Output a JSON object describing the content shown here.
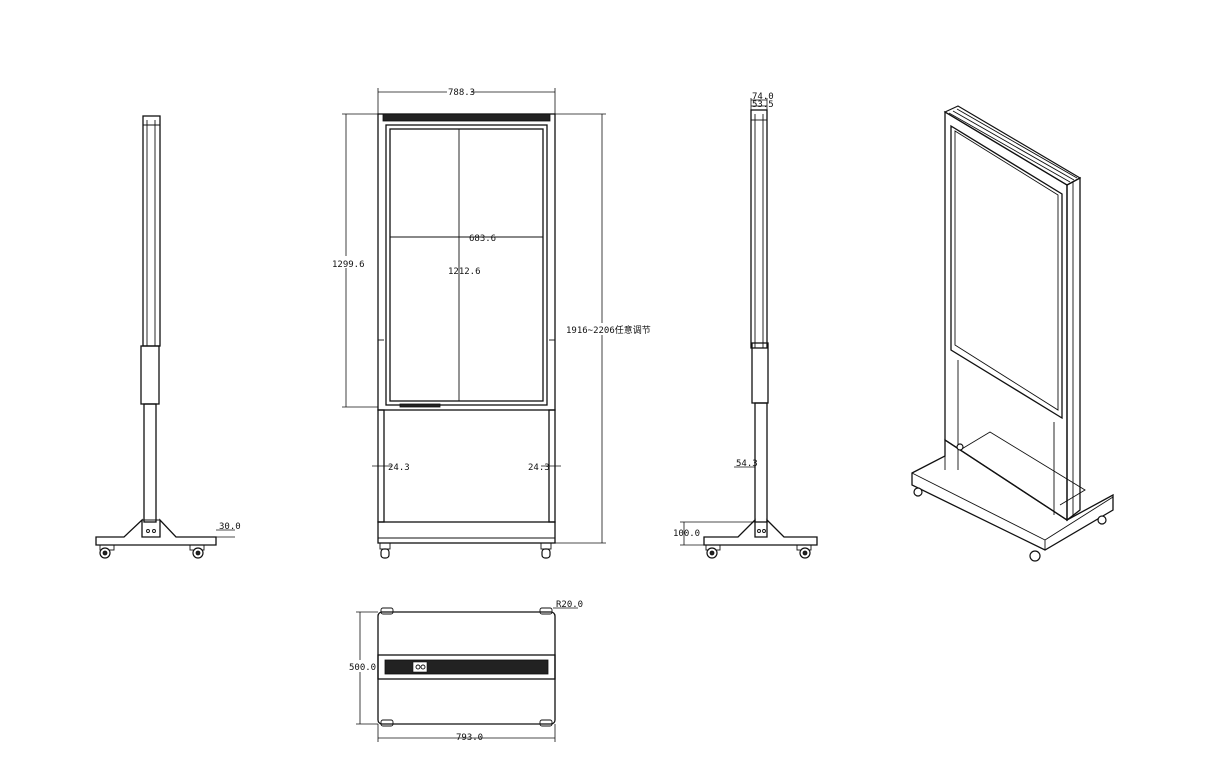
{
  "drawing": {
    "front_view": {
      "overall_width": "788.3",
      "display_height": "1299.6",
      "screen_width": "683.6",
      "screen_height": "1212.6",
      "adjustable_height": "1916~2206任意调节",
      "post_left": "24.3",
      "post_right": "24.3"
    },
    "left_side_view": {
      "base_height": "30.0"
    },
    "right_side_view": {
      "top_depth": "74.0",
      "inner_depth": "53.5",
      "post_depth": "54.3",
      "base_clearance": "100.0"
    },
    "top_view": {
      "corner_radius": "R20.0",
      "depth": "500.0",
      "width": "793.0"
    }
  }
}
